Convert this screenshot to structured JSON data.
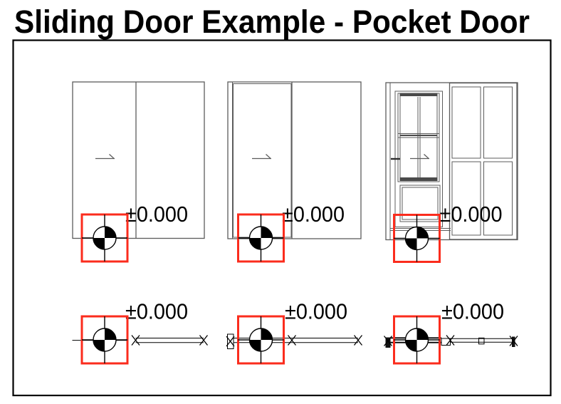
{
  "title": "Sliding Door Example - Pocket Door",
  "levels": {
    "elevations": [
      "±0.000",
      "±0.000",
      "±0.000"
    ],
    "plans": [
      "±0.000",
      "±0.000",
      "±0.000"
    ]
  },
  "drawing": {
    "views": [
      "sliding-door-elevation-basic",
      "sliding-door-elevation-pocket",
      "sliding-door-elevation-paneled",
      "sliding-door-plan-basic",
      "sliding-door-plan-pocket",
      "sliding-door-plan-paneled"
    ]
  },
  "colors": {
    "marker_red": "#fb2c1d",
    "line_gray": "#5c5c5c",
    "rail_dark_gray": "#4a4a4a",
    "line_black": "#000000",
    "background": "#ffffff"
  }
}
